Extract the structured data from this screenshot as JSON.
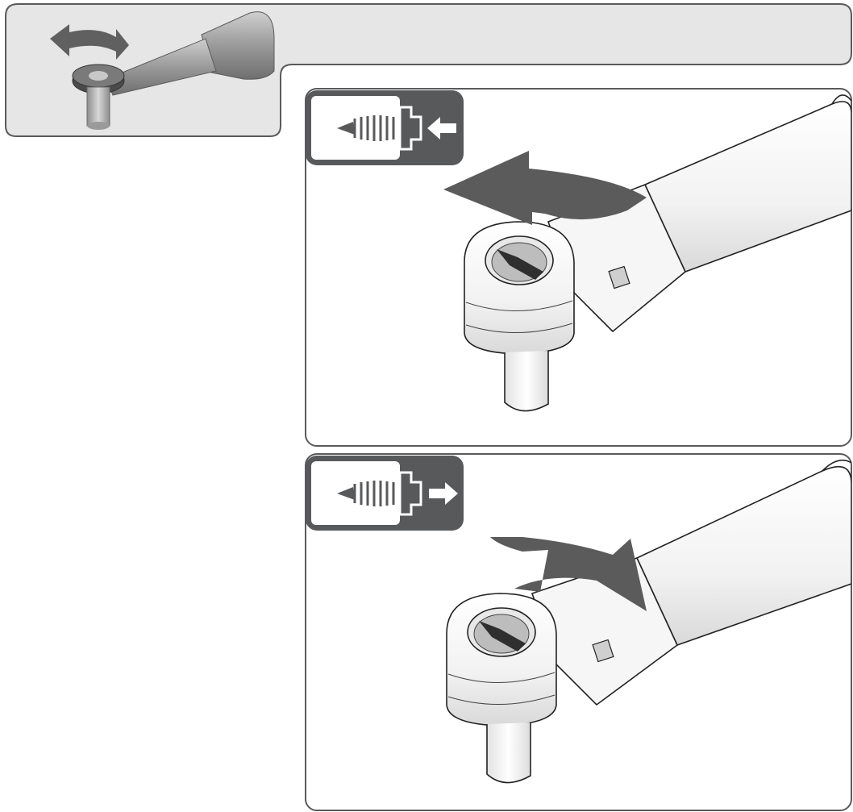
{
  "figure": {
    "header_tab": {
      "icon": "ratchet-wrench-icon",
      "arrow": "bidirectional-rotate-arrow-icon"
    },
    "panels": [
      {
        "id": "loosen",
        "badge_icon": "screw-with-left-arrow-icon",
        "direction": "counterclockwise",
        "rotation_arrow": "curved-arrow-left-icon"
      },
      {
        "id": "tighten",
        "badge_icon": "screw-with-right-arrow-icon",
        "direction": "clockwise",
        "rotation_arrow": "curved-arrow-right-icon"
      }
    ],
    "colors": {
      "frame": "#5a5a5a",
      "tab_fill": "#e6e6e6",
      "badge_dark": "#58595b",
      "arrow": "#5b5b5b",
      "tool_light": "#f4f4f4",
      "tool_shade": "#dcdcdc"
    }
  }
}
